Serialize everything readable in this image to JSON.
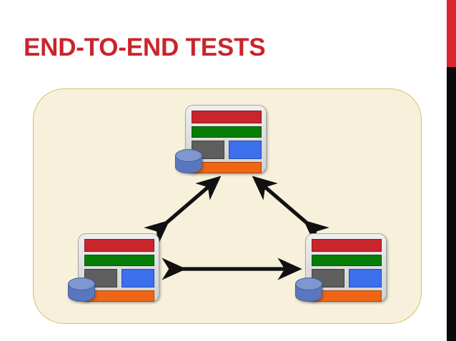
{
  "slide": {
    "title": "END-TO-END TESTS",
    "background_color": "#ffffff",
    "title_color": "#c9252c"
  },
  "edge_decoration": {
    "red_bar_color": "#d8272f",
    "black_bar_color": "#0a0a0a"
  },
  "panel": {
    "fill_color": "#f7f1dc",
    "border_color": "#d9bd69"
  },
  "palette": {
    "red": "#c9252c",
    "green": "#067d06",
    "gray": "#5e5e5e",
    "blue": "#3b6fec",
    "orange": "#ef6516",
    "frame": "#dedede",
    "database_blue": "#5a76bd",
    "arrow": "#111111"
  },
  "nodes": [
    {
      "id": "node-top",
      "name": "system-node-top",
      "icon": "application-with-database-icon"
    },
    {
      "id": "node-bottom-left",
      "name": "system-node-bottom-left",
      "icon": "application-with-database-icon"
    },
    {
      "id": "node-bottom-right",
      "name": "system-node-bottom-right",
      "icon": "application-with-database-icon"
    }
  ],
  "connections": [
    {
      "id": "arrow-top-left",
      "name": "bidirectional-arrow-top-to-bottom-left",
      "type": "double-headed-arrow"
    },
    {
      "id": "arrow-top-right",
      "name": "bidirectional-arrow-top-to-bottom-right",
      "type": "double-headed-arrow"
    },
    {
      "id": "arrow-bottom",
      "name": "bidirectional-arrow-bottom-left-to-bottom-right",
      "type": "double-headed-arrow"
    }
  ]
}
